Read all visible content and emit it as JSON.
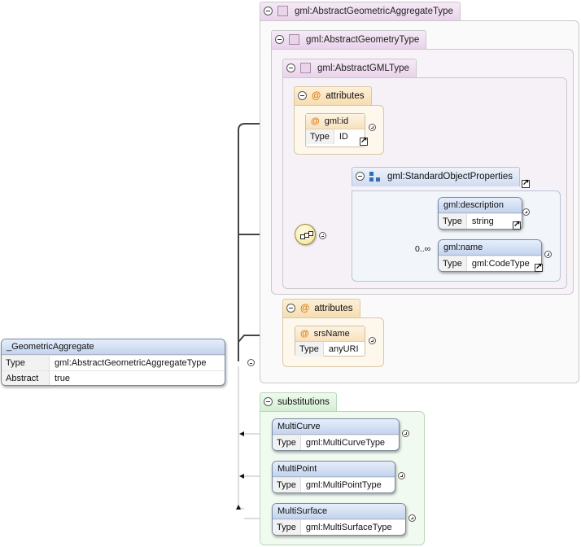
{
  "root_element": {
    "name": "_GeometricAggregate",
    "type_label": "Type",
    "type_value": "gml:AbstractGeometricAggregateType",
    "abstract_label": "Abstract",
    "abstract_value": "true"
  },
  "types": [
    {
      "name": "gml:AbstractGeometricAggregateType"
    },
    {
      "name": "gml:AbstractGeometryType"
    },
    {
      "name": "gml:AbstractGMLType"
    }
  ],
  "attribute_groups": [
    {
      "label": "attributes",
      "attribute": {
        "name": "gml:id",
        "type_label": "Type",
        "type_value": "ID"
      }
    },
    {
      "label": "attributes",
      "attribute": {
        "name": "srsName",
        "type_label": "Type",
        "type_value": "anyURI"
      }
    }
  ],
  "group": {
    "name": "gml:StandardObjectProperties",
    "elements": [
      {
        "name": "gml:description",
        "type_label": "Type",
        "type_value": "string"
      },
      {
        "name": "gml:name",
        "type_label": "Type",
        "type_value": "gml:CodeType",
        "cardinality": "0..∞"
      }
    ]
  },
  "substitutions": {
    "label": "substitutions",
    "elements": [
      {
        "name": "MultiCurve",
        "type_label": "Type",
        "type_value": "gml:MultiCurveType"
      },
      {
        "name": "MultiPoint",
        "type_label": "Type",
        "type_value": "gml:MultiPointType"
      },
      {
        "name": "MultiSurface",
        "type_label": "Type",
        "type_value": "gml:MultiSurfaceType"
      }
    ]
  },
  "colors": {
    "connector": "#444444",
    "element_header": "#c4d4ee",
    "attribute_header": "#f6dcae",
    "type_header": "#e8d2ea",
    "substitution_header": "#d2eed2"
  }
}
